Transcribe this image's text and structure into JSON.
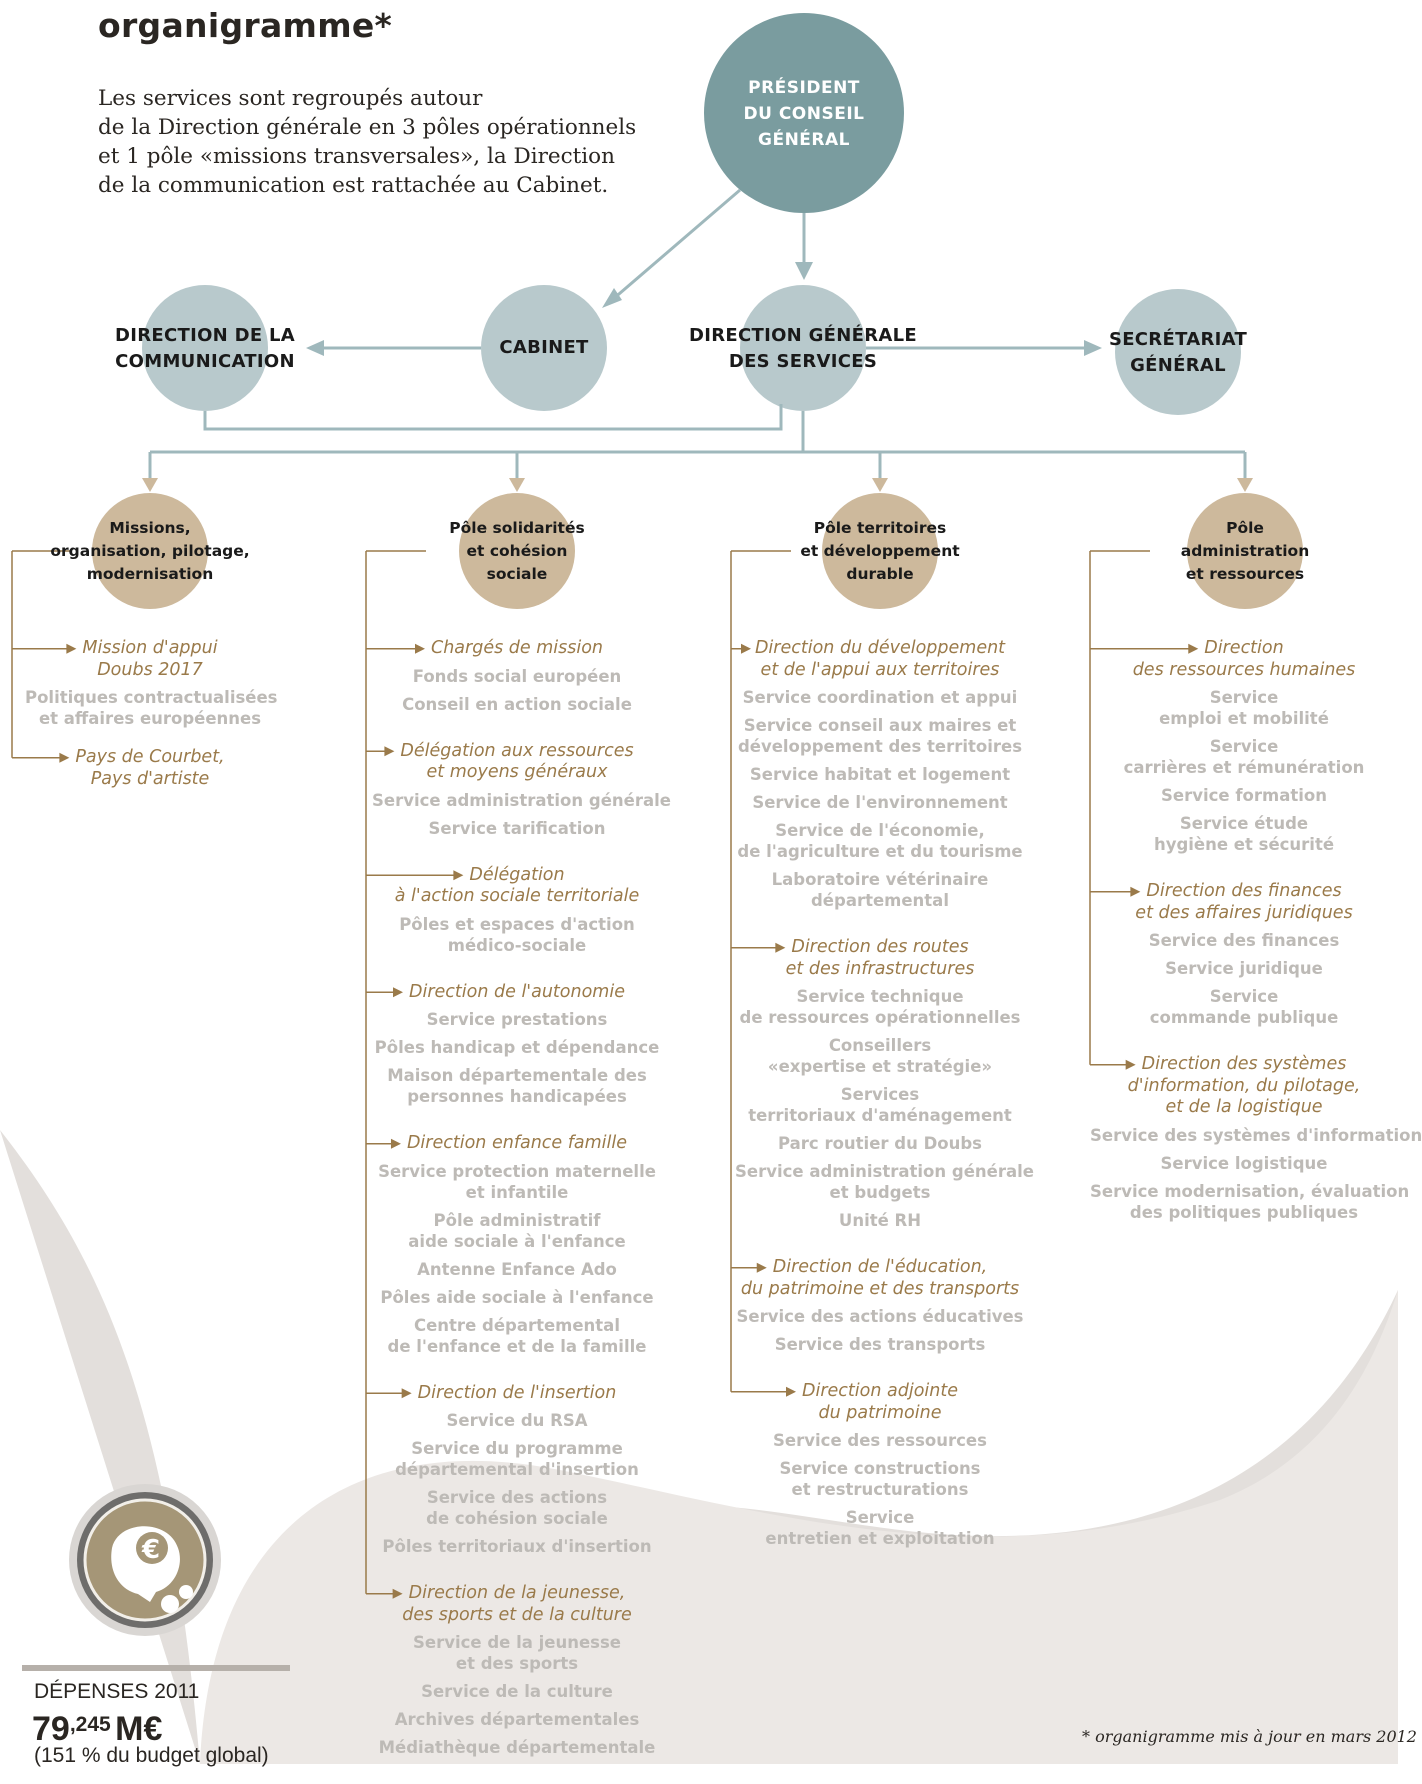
{
  "title": "organigramme*",
  "intro": [
    "Les services sont regroupés autour",
    "de la Direction générale en 3 pôles opérationnels",
    "et 1 pôle «missions transversales», la Direction",
    "de la communication est rattachée au Cabinet."
  ],
  "nodes": {
    "president": [
      "PRÉSIDENT",
      "DU CONSEIL",
      "GÉNÉRAL"
    ],
    "communication": [
      "DIRECTION DE LA",
      "COMMUNICATION"
    ],
    "cabinet": [
      "CABINET"
    ],
    "dgs": [
      "DIRECTION GÉNÉRALE",
      "DES SERVICES"
    ],
    "secretariat": [
      "SECRÉTARIAT",
      "GÉNÉRAL"
    ]
  },
  "poles": [
    {
      "name": [
        "Missions,",
        "organisation, pilotage,",
        "modernisation"
      ],
      "groups": [
        {
          "dir": [
            "Mission d'appui",
            "Doubs 2017"
          ],
          "services": [
            [
              "Politiques contractualisées",
              "et affaires européennes"
            ]
          ]
        },
        {
          "dir": [
            "Pays de Courbet,",
            "Pays d'artiste"
          ],
          "services": []
        }
      ]
    },
    {
      "name": [
        "Pôle solidarités",
        "et cohésion",
        "sociale"
      ],
      "groups": [
        {
          "dir": [
            "Chargés de mission"
          ],
          "services": [
            [
              "Fonds social européen"
            ],
            [
              "Conseil en action sociale"
            ]
          ]
        },
        {
          "dir": [
            "Délégation aux ressources",
            "et moyens généraux"
          ],
          "services": [
            [
              "Service administration générale"
            ],
            [
              "Service tarification"
            ]
          ]
        },
        {
          "dir": [
            "Délégation",
            "à l'action sociale territoriale"
          ],
          "services": [
            [
              "Pôles et espaces d'action",
              "médico-sociale"
            ]
          ]
        },
        {
          "dir": [
            "Direction de l'autonomie"
          ],
          "services": [
            [
              "Service prestations"
            ],
            [
              "Pôles handicap et dépendance"
            ],
            [
              "Maison départementale des",
              "personnes handicapées"
            ]
          ]
        },
        {
          "dir": [
            "Direction enfance famille"
          ],
          "services": [
            [
              "Service protection maternelle",
              "et infantile"
            ],
            [
              "Pôle administratif",
              "aide sociale à l'enfance"
            ],
            [
              "Antenne Enfance Ado"
            ],
            [
              "Pôles aide sociale à l'enfance"
            ],
            [
              "Centre départemental",
              "de l'enfance et de la famille"
            ]
          ]
        },
        {
          "dir": [
            "Direction de l'insertion"
          ],
          "services": [
            [
              "Service du RSA"
            ],
            [
              "Service du programme",
              "départemental d'insertion"
            ],
            [
              "Service des actions",
              "de cohésion sociale"
            ],
            [
              "Pôles territoriaux d'insertion"
            ]
          ]
        },
        {
          "dir": [
            "Direction de la jeunesse,",
            "des sports et de la culture"
          ],
          "services": [
            [
              "Service de la jeunesse",
              "et des sports"
            ],
            [
              "Service de la culture"
            ],
            [
              "Archives départementales"
            ],
            [
              "Médiathèque départementale"
            ]
          ]
        }
      ]
    },
    {
      "name": [
        "Pôle territoires",
        "et développement",
        "durable"
      ],
      "groups": [
        {
          "dir": [
            "Direction du développement",
            "et de l'appui aux territoires"
          ],
          "services": [
            [
              "Service coordination et appui"
            ],
            [
              "Service conseil aux maires et",
              "développement des territoires"
            ],
            [
              "Service habitat et logement"
            ],
            [
              "Service de l'environnement"
            ],
            [
              "Service de l'économie,",
              "de l'agriculture et du tourisme"
            ],
            [
              "Laboratoire vétérinaire",
              "départemental"
            ]
          ]
        },
        {
          "dir": [
            "Direction des routes",
            "et des infrastructures"
          ],
          "services": [
            [
              "Service technique",
              "de ressources opérationnelles"
            ],
            [
              "Conseillers",
              "«expertise et stratégie»"
            ],
            [
              "Services",
              "territoriaux d'aménagement"
            ],
            [
              "Parc routier du Doubs"
            ],
            [
              "Service administration générale",
              "et budgets"
            ],
            [
              "Unité RH"
            ]
          ]
        },
        {
          "dir": [
            "Direction de l'éducation,",
            "du patrimoine et des transports"
          ],
          "services": [
            [
              "Service des actions éducatives"
            ],
            [
              "Service des transports"
            ]
          ]
        },
        {
          "dir": [
            "Direction adjointe",
            "du patrimoine"
          ],
          "services": [
            [
              "Service des ressources"
            ],
            [
              "Service constructions",
              "et restructurations"
            ],
            [
              "Service",
              "entretien et exploitation"
            ]
          ]
        }
      ]
    },
    {
      "name": [
        "Pôle",
        "administration",
        "et ressources"
      ],
      "groups": [
        {
          "dir": [
            "Direction",
            "des ressources humaines"
          ],
          "services": [
            [
              "Service",
              "emploi et mobilité"
            ],
            [
              "Service",
              "carrières et rémunération"
            ],
            [
              "Service formation"
            ],
            [
              "Service étude",
              "hygiène et sécurité"
            ]
          ]
        },
        {
          "dir": [
            "Direction des finances",
            "et des affaires juridiques"
          ],
          "services": [
            [
              "Service des finances"
            ],
            [
              "Service juridique"
            ],
            [
              "Service",
              "commande publique"
            ]
          ]
        },
        {
          "dir": [
            "Direction des systèmes",
            "d'information, du pilotage,",
            "et de la logistique"
          ],
          "services": [
            [
              "Service des systèmes d'information"
            ],
            [
              "Service logistique"
            ],
            [
              "Service modernisation, évaluation",
              "des politiques publiques"
            ]
          ]
        }
      ]
    }
  ],
  "footnote": "* organigramme mis à jour en mars 2012",
  "depenses": {
    "label": "DÉPENSES 2011",
    "value_int": "79",
    "value_dec": ",245",
    "unit": "M€",
    "sub": "(151 % du budget global)"
  },
  "colors": {
    "blue_circle": "#b8c9cc",
    "president_circle": "#7a9c9f",
    "pole_circle": "#cdb99c",
    "line": "#9fb8bc",
    "accent": "#9a7a4a",
    "service_text": "#bdbab6",
    "background_shape": "#e3dfdc"
  }
}
